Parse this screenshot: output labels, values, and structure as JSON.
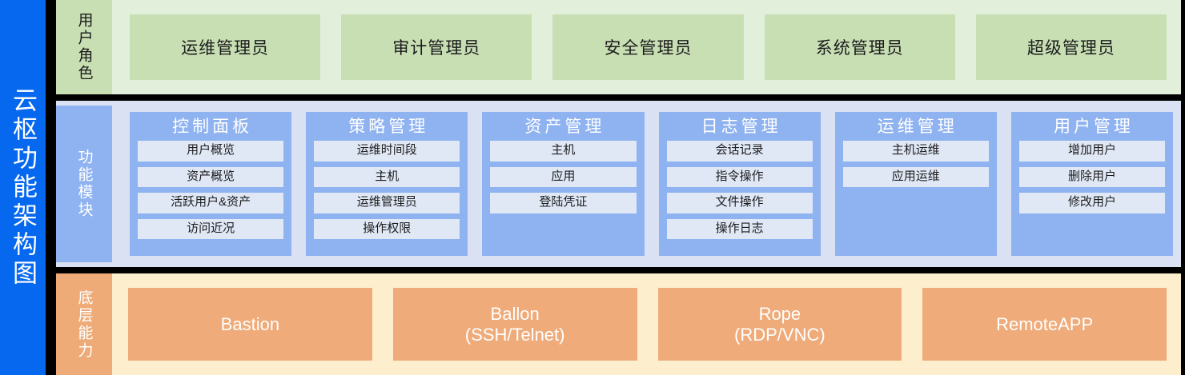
{
  "diagram": {
    "title": "云枢功能架构图",
    "accent_color": "#0568ef",
    "roles_band_color": "#c8dfb4",
    "modules_band_color": "#8fb2f0",
    "bottom_band_color": "#efab79"
  },
  "roles": {
    "label": "用户角色",
    "items": [
      {
        "name": "运维管理员"
      },
      {
        "name": "审计管理员"
      },
      {
        "name": "安全管理员"
      },
      {
        "name": "系统管理员"
      },
      {
        "name": "超级管理员"
      }
    ]
  },
  "modules": {
    "label": "功能模块",
    "columns": [
      {
        "title": "控制面板",
        "items": [
          {
            "name": "用户概览"
          },
          {
            "name": "资产概览"
          },
          {
            "name": "活跃用户&资产"
          },
          {
            "name": "访问近况"
          }
        ]
      },
      {
        "title": "策略管理",
        "items": [
          {
            "name": "运维时间段"
          },
          {
            "name": "主机"
          },
          {
            "name": "运维管理员"
          },
          {
            "name": "操作权限"
          }
        ]
      },
      {
        "title": "资产管理",
        "items": [
          {
            "name": "主机"
          },
          {
            "name": "应用"
          },
          {
            "name": "登陆凭证"
          }
        ]
      },
      {
        "title": "日志管理",
        "items": [
          {
            "name": "会话记录"
          },
          {
            "name": "指令操作"
          },
          {
            "name": "文件操作"
          },
          {
            "name": "操作日志"
          }
        ]
      },
      {
        "title": "运维管理",
        "items": [
          {
            "name": "主机运维"
          },
          {
            "name": "应用运维"
          }
        ]
      },
      {
        "title": "用户管理",
        "items": [
          {
            "name": "增加用户"
          },
          {
            "name": "删除用户"
          },
          {
            "name": "修改用户"
          }
        ]
      }
    ]
  },
  "bottom": {
    "label": "底层能力",
    "items": [
      {
        "name": "Bastion"
      },
      {
        "name": "Ballon\n(SSH/Telnet)"
      },
      {
        "name": "Rope\n(RDP/VNC)"
      },
      {
        "name": "RemoteAPP"
      }
    ]
  }
}
